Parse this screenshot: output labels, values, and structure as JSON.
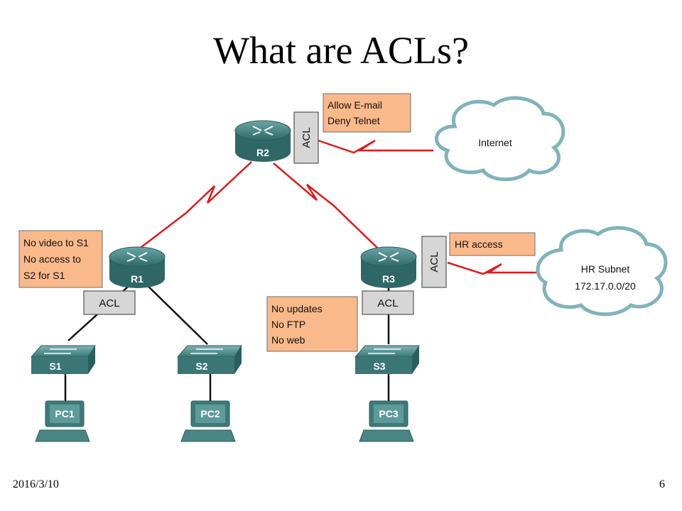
{
  "slide": {
    "title": "What are ACLs?",
    "date": "2016/3/10",
    "page": "6"
  },
  "colors": {
    "wan_link": "#e01a1a",
    "note_fill": "#f9b98a",
    "acl_fill": "#d6d6d6",
    "device_fill": "#3d7b7b",
    "cloud_stroke": "#7fb3bb"
  },
  "devices": {
    "r1": "R1",
    "r2": "R2",
    "r3": "R3",
    "s1": "S1",
    "s2": "S2",
    "s3": "S3",
    "pc1": "PC1",
    "pc2": "PC2",
    "pc3": "PC3"
  },
  "acl_label": "ACL",
  "clouds": {
    "internet": "Internet",
    "hr_name": "HR Subnet",
    "hr_net": "172.17.0.0/20"
  },
  "notes": {
    "r2": [
      "Allow E-mail",
      "Deny Telnet"
    ],
    "r1": [
      "No video to S1",
      "No access to",
      "S2 for S1"
    ],
    "r3": [
      "HR access"
    ],
    "s3": [
      "No updates",
      "No FTP",
      "No web"
    ]
  }
}
